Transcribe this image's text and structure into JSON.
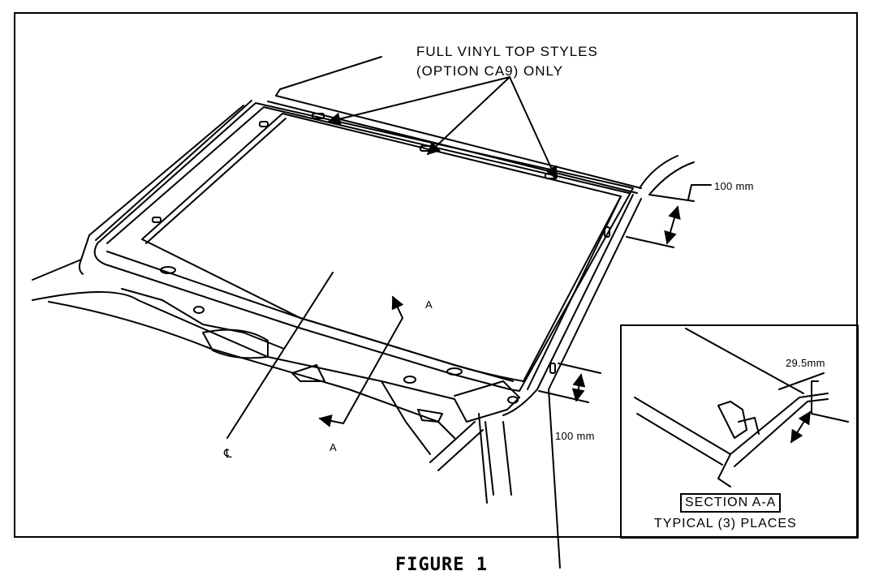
{
  "callout": {
    "line1": "FULL VINYL TOP STYLES",
    "line2": "(OPTION CA9) ONLY"
  },
  "dimensions": {
    "upper": "100 mm",
    "lower": "100 mm",
    "section": "29.5mm"
  },
  "section_markers": {
    "upper": "A",
    "lower": "A"
  },
  "centerline_symbol": "℄",
  "inset": {
    "section_label": "SECTION A-A",
    "typical": "TYPICAL (3) PLACES"
  },
  "caption": "FIGURE 1"
}
